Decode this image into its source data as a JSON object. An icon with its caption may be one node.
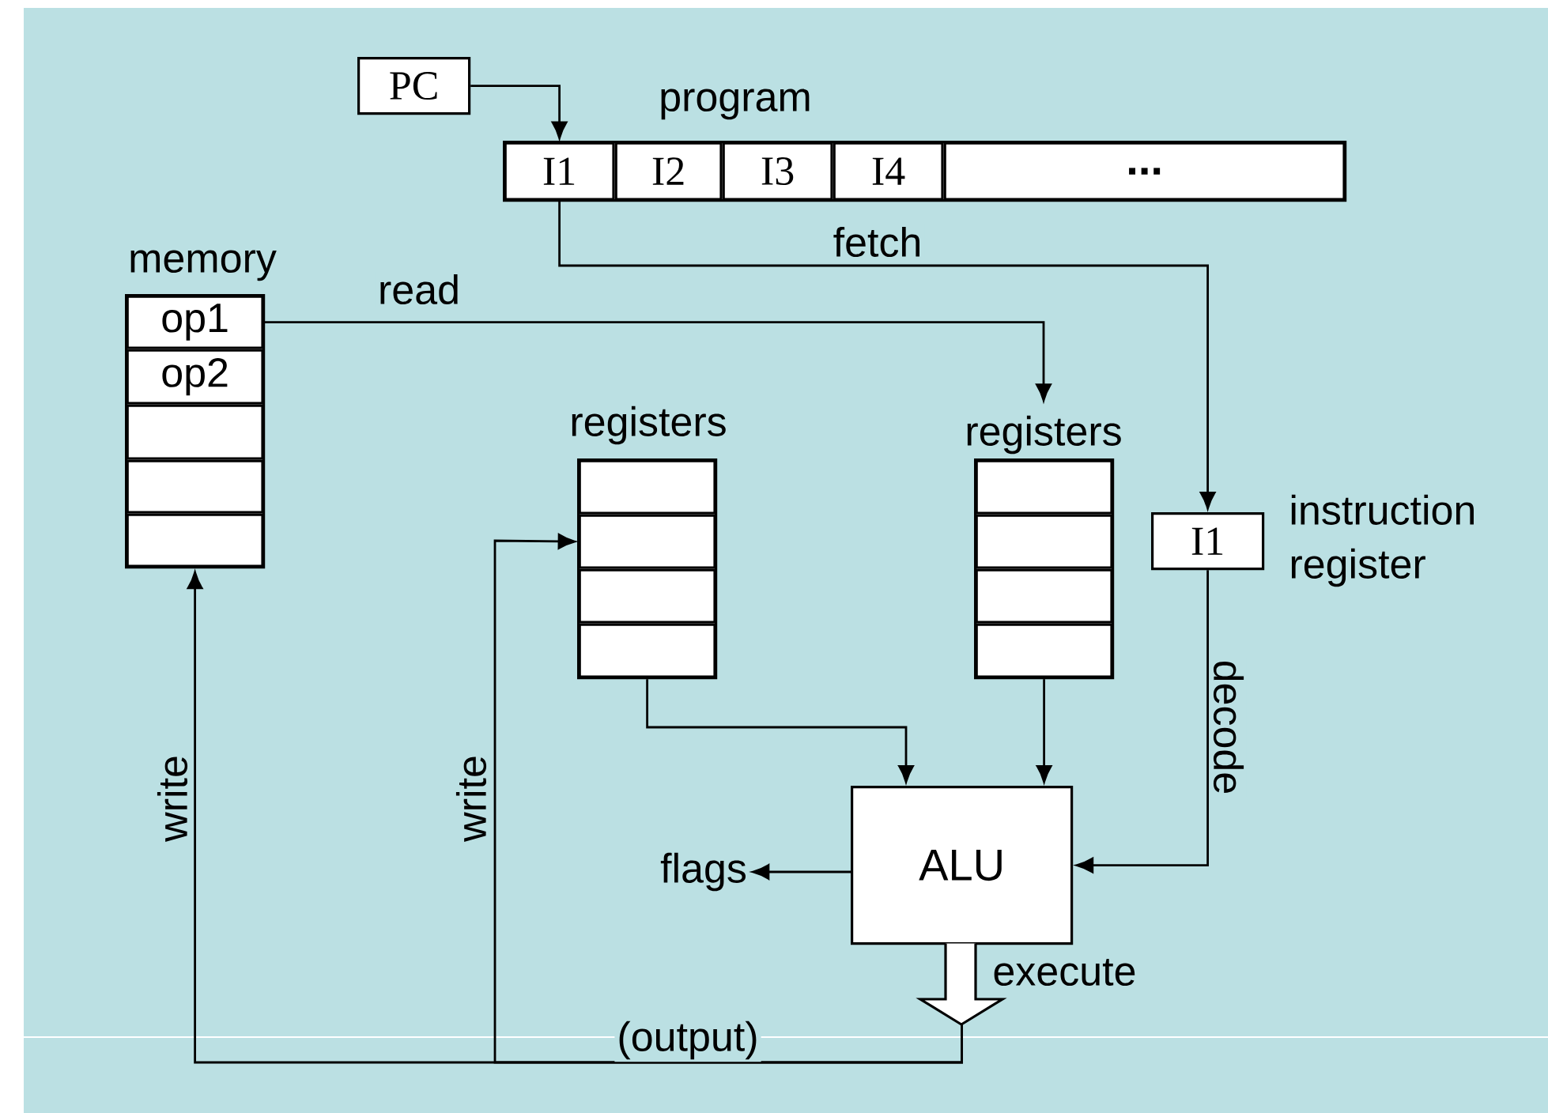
{
  "diagram": {
    "nodes": [
      {
        "text": [
          "PC"
        ]
      },
      {
        "text": [
          "program"
        ]
      },
      {
        "text": [
          "I1"
        ],
        "in": 1
      },
      {
        "text": [
          "I2"
        ],
        "in": 1
      },
      {
        "text": [
          "I3"
        ],
        "in": 1
      },
      {
        "text": [
          "I4"
        ],
        "in": 1
      },
      {
        "text": [
          "..."
        ],
        "in": 1
      },
      {
        "text": [
          "memory"
        ]
      },
      {
        "text": [
          "op1"
        ],
        "in": 7
      },
      {
        "text": [
          "op2"
        ],
        "in": 7
      },
      {
        "text": [],
        "shape": "box",
        "in": 7
      },
      {
        "text": [],
        "shape": "box",
        "in": 7
      },
      {
        "text": [],
        "shape": "box",
        "in": 7
      },
      {
        "text": [
          "registers"
        ]
      },
      {
        "text": [],
        "shape": "box",
        "in": 13
      },
      {
        "text": [],
        "shape": "box",
        "in": 13
      },
      {
        "text": [],
        "shape": "box",
        "in": 13
      },
      {
        "text": [],
        "shape": "box",
        "in": 13
      },
      {
        "text": [
          "registers"
        ]
      },
      {
        "text": [],
        "shape": "box",
        "in": 18
      },
      {
        "text": [],
        "shape": "box",
        "in": 18
      },
      {
        "text": [],
        "shape": "box",
        "in": 18
      },
      {
        "text": [],
        "shape": "box",
        "in": 18
      },
      {
        "text": [
          "I1"
        ],
        "beside": [
          "instruction register"
        ]
      },
      {
        "text": [
          "ALU"
        ]
      },
      {
        "text": [
          "flags"
        ]
      }
    ],
    "edges": [
      {
        "from": 0,
        "to": 2,
        "arrow": "to"
      },
      {
        "from": 2,
        "to": 23,
        "arrow": "to",
        "label": "fetch"
      },
      {
        "from": 8,
        "to": 18,
        "arrow": "to",
        "label": "read"
      },
      {
        "from": 13,
        "to": 24,
        "arrow": "to"
      },
      {
        "from": 18,
        "to": 24,
        "arrow": "to"
      },
      {
        "from": 23,
        "to": 24,
        "arrow": "to",
        "label": "decode"
      },
      {
        "from": 24,
        "to": 25,
        "arrow": "to"
      },
      {
        "from": 24,
        "to": 7,
        "arrow": "to",
        "label": "write"
      },
      {
        "from": 24,
        "to": 15,
        "arrow": "to",
        "label": "write"
      }
    ],
    "labels": [
      "execute",
      "(output)"
    ]
  }
}
